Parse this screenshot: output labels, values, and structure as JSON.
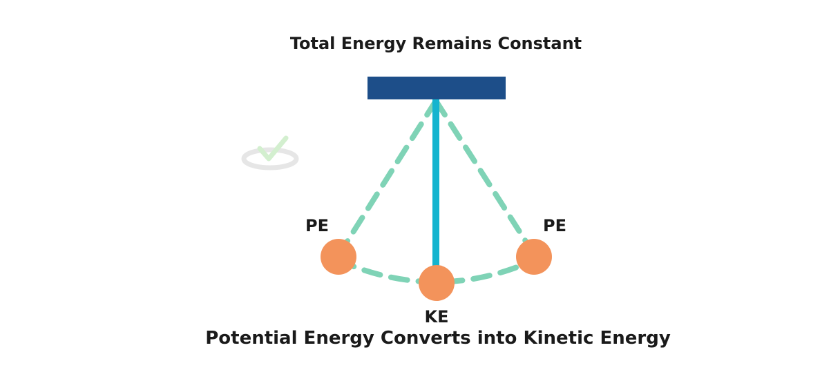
{
  "diagram": {
    "top_title": "Total Energy Remains Constant",
    "bottom_caption": "Potential Energy Converts into Kinetic Energy",
    "left_bob_label": "PE",
    "right_bob_label": "PE",
    "bottom_bob_label": "KE"
  },
  "colors": {
    "support_bar": "#1d4e89",
    "string": "#14b4cf",
    "dashed_path": "#7fd3b6",
    "bob": "#f3935b",
    "text": "#1a1a1a"
  },
  "icons": {
    "watermark": "check-logo-icon"
  }
}
